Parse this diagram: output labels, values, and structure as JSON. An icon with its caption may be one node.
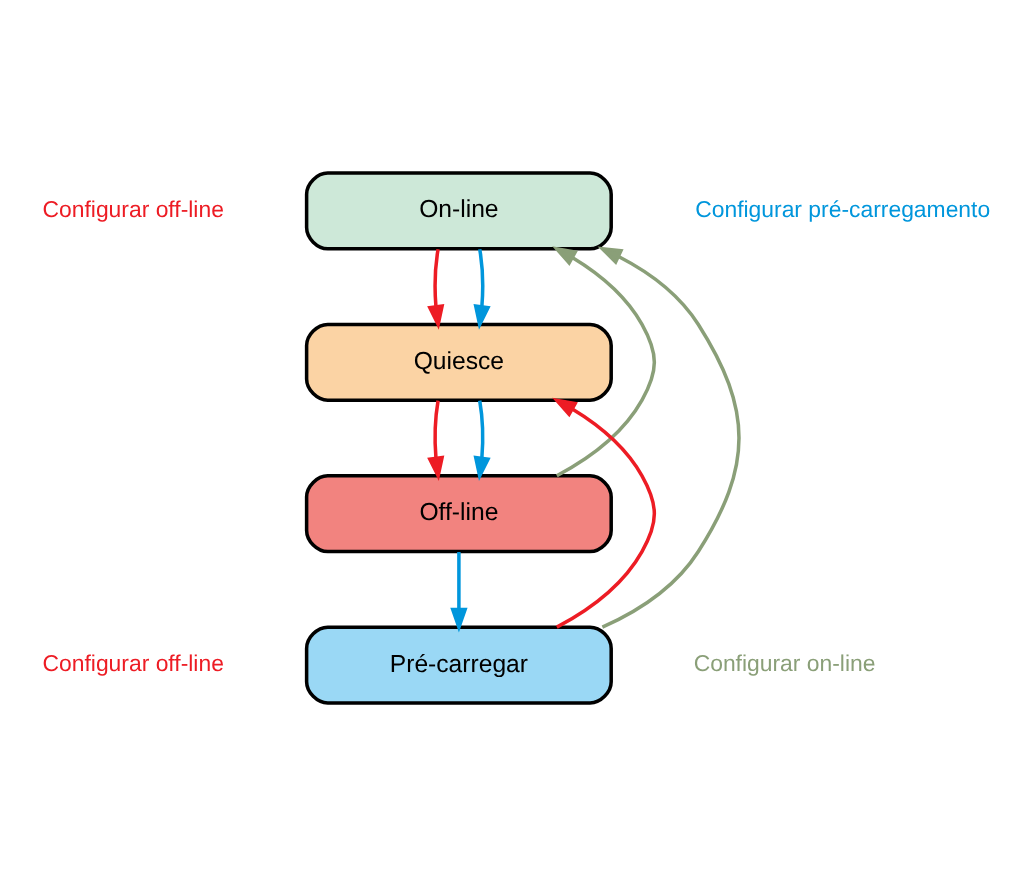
{
  "diagram": {
    "nodes": [
      {
        "text": [
          "On-line"
        ]
      },
      {
        "text": [
          "Quiesce"
        ]
      },
      {
        "text": [
          "Off-line"
        ]
      },
      {
        "text": [
          "Pré-carregar"
        ]
      }
    ],
    "edges": [
      {
        "from": 0,
        "to": 1,
        "arrow": "to",
        "color": "#ed1c24"
      },
      {
        "from": 0,
        "to": 1,
        "arrow": "to",
        "color": "#0096dc"
      },
      {
        "from": 1,
        "to": 2,
        "arrow": "to",
        "color": "#ed1c24"
      },
      {
        "from": 1,
        "to": 2,
        "arrow": "to",
        "color": "#0096dc"
      },
      {
        "from": 2,
        "to": 3,
        "arrow": "to",
        "color": "#0096dc"
      },
      {
        "from": 3,
        "to": 1,
        "arrow": "to",
        "color": "#ed1c24"
      },
      {
        "from": 2,
        "to": 0,
        "arrow": "to",
        "color": "#8a9f78"
      },
      {
        "from": 3,
        "to": 0,
        "arrow": "to",
        "color": "#8a9f78"
      }
    ],
    "labels": [
      "Configurar off-line",
      "Configurar pré-carregamento",
      "Configurar off-line",
      "Configurar on-line"
    ]
  }
}
